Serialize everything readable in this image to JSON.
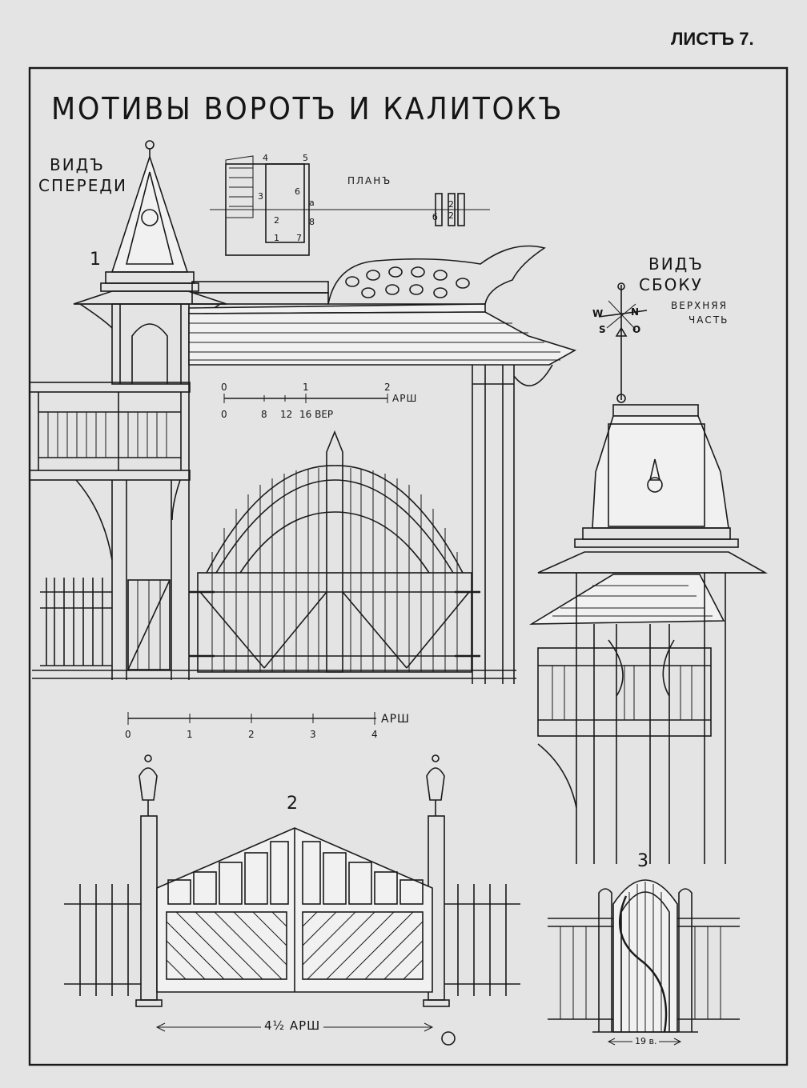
{
  "sheet_number": "ЛИСТЪ 7.",
  "title": "МОТИВЫ ВОРОТЪ И КАЛИТОКЪ",
  "figure1": {
    "number": "1",
    "front_view_label": [
      "ВИДЪ",
      "СПЕРЕДИ"
    ],
    "plan_label": "ПЛАНЪ",
    "plan_marks": [
      "4",
      "5",
      "3",
      "6",
      "a",
      "2",
      "8",
      "1",
      "7",
      "б",
      "2",
      "2"
    ],
    "side_view_label": [
      "ВИДЪ",
      "СБОКУ"
    ],
    "upper_part_label": [
      "ВЕРХНЯЯ",
      "ЧАСТЬ"
    ],
    "compass": [
      "W",
      "N",
      "S",
      "O"
    ],
    "scale_top_ticks": [
      "0",
      "1",
      "2"
    ],
    "scale_top_unit": "АРШ",
    "scale_bottom_ticks": [
      "0",
      "8",
      "12",
      "16 ВЕР"
    ]
  },
  "main_scale": {
    "ticks": [
      "0",
      "1",
      "2",
      "3",
      "4"
    ],
    "unit": "АРШ"
  },
  "figure2": {
    "number": "2",
    "width_dimension": "4½ АРШ"
  },
  "figure3": {
    "number": "3",
    "width_dimension": "19 в."
  }
}
